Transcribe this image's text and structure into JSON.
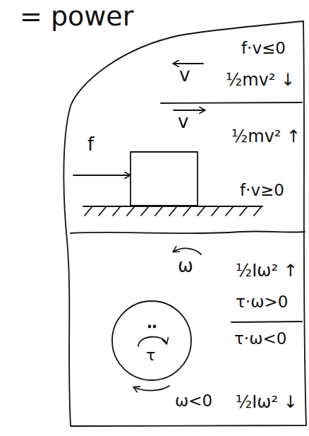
{
  "diagram": {
    "labels": [
      "= power",
      "f·v≤0",
      "v",
      "½mv² ↓",
      "v",
      "½mv² ↑",
      "f",
      "f·v≥0",
      "ω",
      "½Iω² ↑",
      "τ·ω>0",
      "τ·ω<0",
      "τ",
      "ω<0",
      "½Iω² ↓"
    ]
  }
}
